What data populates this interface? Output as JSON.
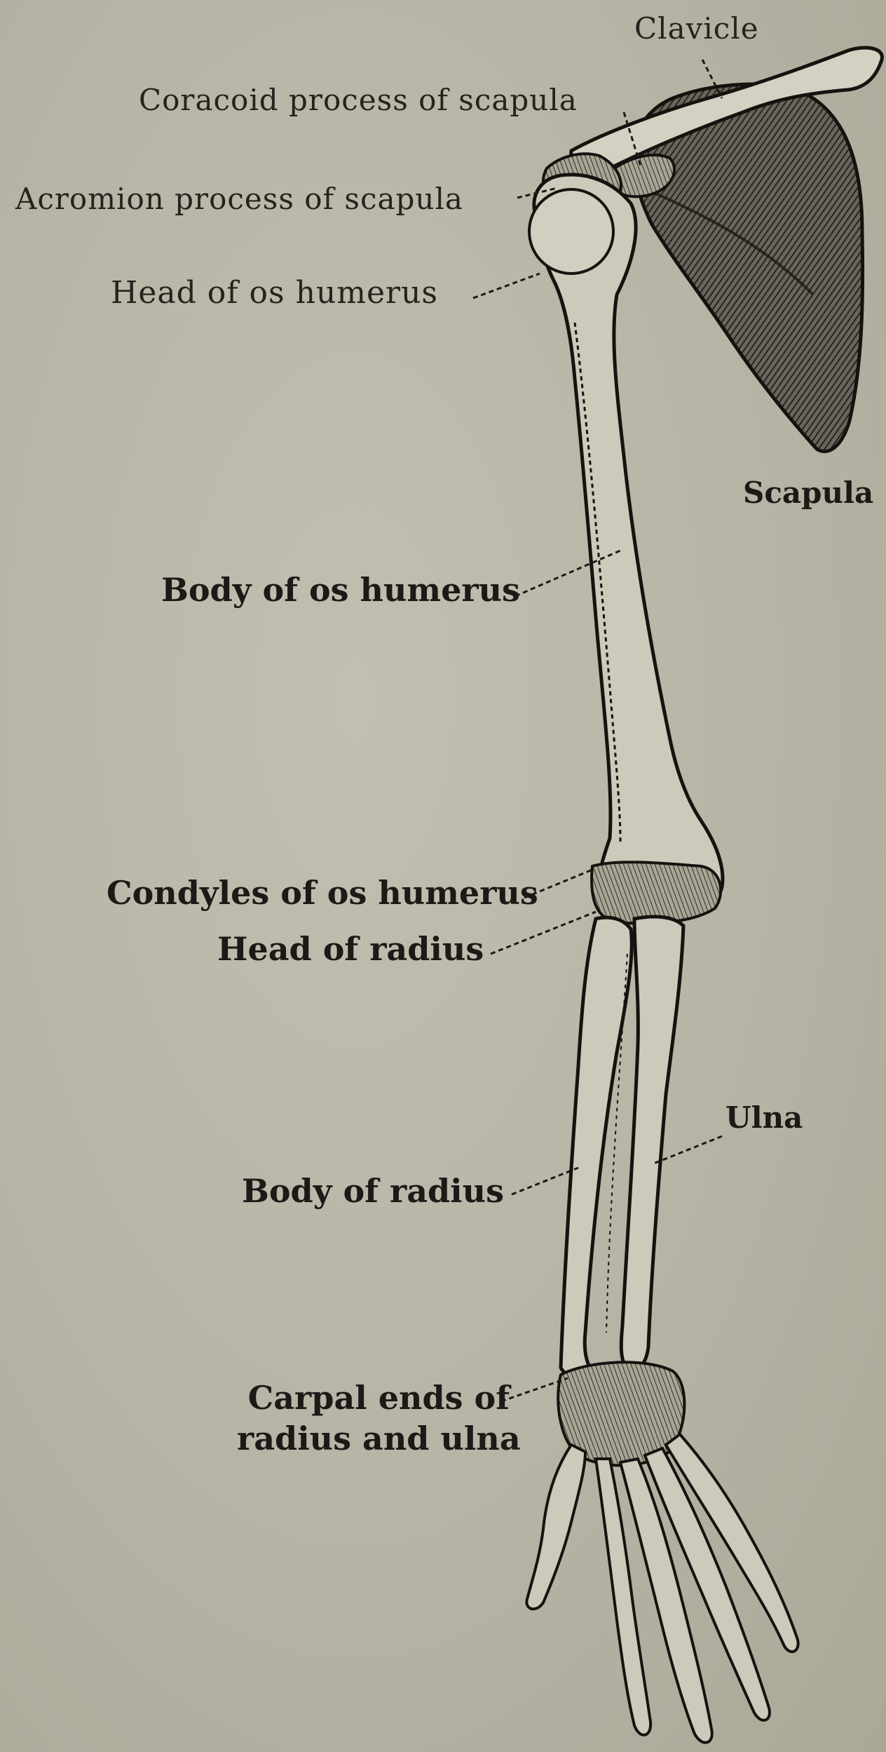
{
  "figure": {
    "labels": {
      "clavicle": "Clavicle",
      "coracoid": "Coracoid process of scapula",
      "acromion": "Acromion process of scapula",
      "head_humerus": "Head of os humerus",
      "scapula": "Scapula",
      "body_humerus": "Body of os humerus",
      "condyles": "Condyles of os humerus",
      "head_radius": "Head of radius",
      "ulna": "Ulna",
      "body_radius": "Body of radius",
      "carpal_line1": "Carpal ends of",
      "carpal_line2": "radius and ulna"
    },
    "colors": {
      "paper": "#b8b4a6",
      "ink": "#1c1a17",
      "bone_fill": "#cfcbbd",
      "shadow": "#3a3630"
    }
  }
}
